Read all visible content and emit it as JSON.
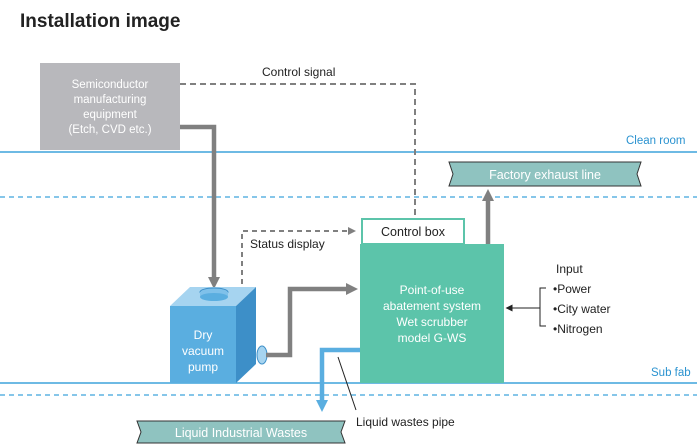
{
  "title": "Installation image",
  "zones": {
    "clean_room": "Clean room",
    "sub_fab": "Sub fab"
  },
  "semiconductor_box": {
    "lines": [
      "Semiconductor",
      "manufacturing",
      "equipment",
      "(Etch, CVD etc.)"
    ]
  },
  "control_signal": "Control signal",
  "factory_exhaust": "Factory exhaust line",
  "control_box": "Control box",
  "status_display": "Status display",
  "abatement": {
    "lines": [
      "Point-of-use",
      "abatement system",
      "Wet scrubber",
      "model G-WS"
    ]
  },
  "pump": {
    "lines": [
      "Dry",
      "vacuum",
      "pump"
    ]
  },
  "input": {
    "title": "Input",
    "items": [
      "•Power",
      "•City water",
      "•Nitrogen"
    ]
  },
  "liquid_wastes": "Liquid Industrial Wastes",
  "liquid_pipe": "Liquid wastes pipe",
  "colors": {
    "teal": "#5cc4aa",
    "gray_box": "#b8b8bc",
    "zone_line": "#3fa3dc",
    "pump_blue": "#5aaee0",
    "banner": "#8fc3c0",
    "arrow_gray": "#808080",
    "pipe_blue": "#5aaee0"
  }
}
